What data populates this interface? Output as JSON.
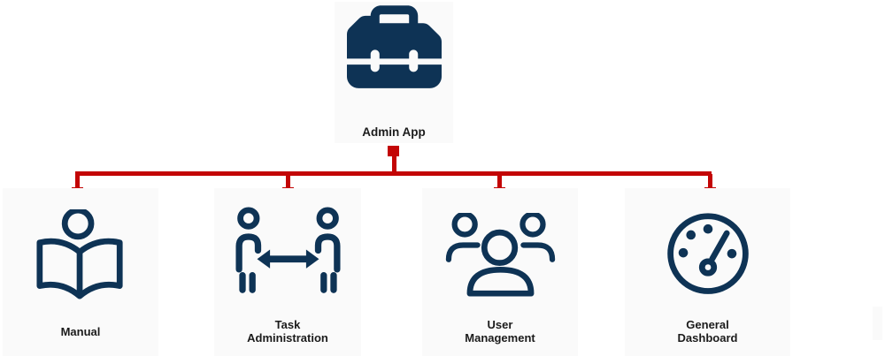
{
  "diagram": {
    "root": {
      "label": "Admin App",
      "icon": "toolbox-icon"
    },
    "children": [
      {
        "label": "Manual",
        "lines": [
          "Manual"
        ],
        "icon": "reading-book-icon"
      },
      {
        "label": "Task Administration",
        "lines": [
          "Task",
          "Administration"
        ],
        "icon": "people-exchange-icon"
      },
      {
        "label": "User Management",
        "lines": [
          "User",
          "Management"
        ],
        "icon": "user-group-icon"
      },
      {
        "label": "General Dashboard",
        "lines": [
          "General",
          "Dashboard"
        ],
        "icon": "gauge-icon"
      }
    ]
  },
  "colors": {
    "page_bg": "#ffffff",
    "card_bg": "#fafafa",
    "icon_navy": "#0e3355",
    "connector_red": "#c30505",
    "label_text": "#1b1b1b"
  }
}
